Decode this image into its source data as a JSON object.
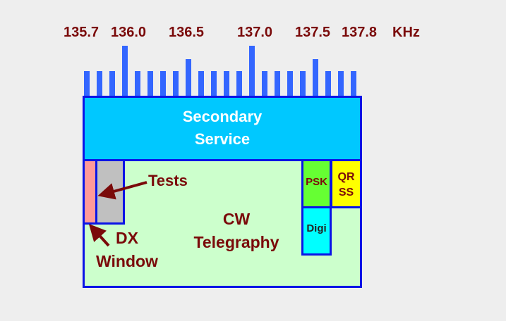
{
  "frequency_axis": {
    "labels": [
      "135.7",
      "136.0",
      "136.5",
      "137.0",
      "137.5",
      "137.8"
    ],
    "unit": "KHz",
    "tick_count": 22,
    "major_tick_indices": [
      3,
      13
    ],
    "medium_tick_indices": [
      8,
      18
    ],
    "tick_color": "#3366ff"
  },
  "segments": {
    "secondary": {
      "line1": "Secondary",
      "line2": "Service",
      "color": "#00c8ff"
    },
    "cw": {
      "line1": "CW",
      "line2": "Telegraphy",
      "color": "#ccffcc"
    },
    "dx_window": {
      "line1": "DX",
      "line2": "Window",
      "color": "#ff9999"
    },
    "tests": {
      "label": "Tests",
      "color": "#c0c0c0"
    },
    "psk": {
      "label": "PSK",
      "color": "#66ff33"
    },
    "qrss": {
      "line1": "QR",
      "line2": "SS",
      "color": "#ffff00"
    },
    "digi": {
      "label": "Digi",
      "color": "#00ffff"
    }
  }
}
